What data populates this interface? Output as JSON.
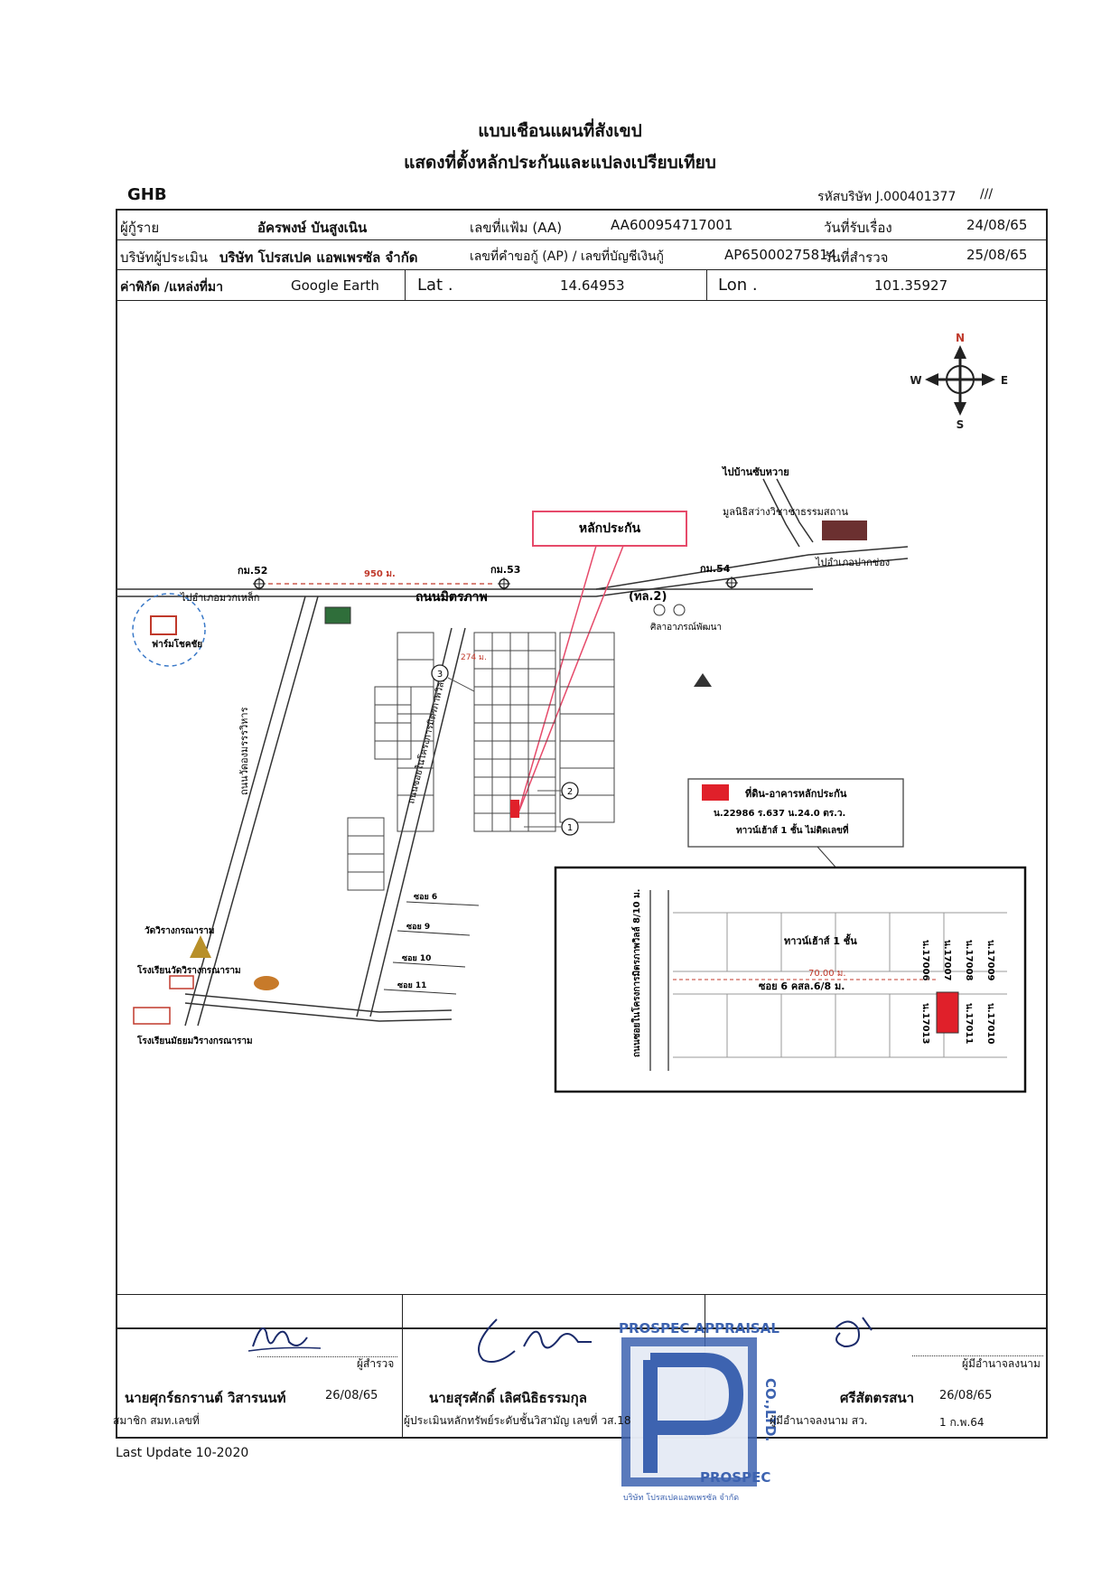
{
  "header": {
    "title_line1": "แบบเชือนแผนที่สังเขป",
    "title_line2": "แสดงที่ตั้งหลักประกันและแปลงเปรียบเทียบ",
    "bank": "GHB",
    "company_code": "รหัสบริษัท J.000401377",
    "page_mark": "///"
  },
  "info": {
    "borrower_label": "ผู้กู้ราย",
    "borrower_name": "อัครพงษ์ บันสูงเนิน",
    "file_no_label": "เลขที่แฟ้ม (AA)",
    "file_no": "AA600954717001",
    "received_label": "วันที่รับเรื่อง",
    "received_date": "24/08/65",
    "company_label": "บริษัทผู้ประเมิน",
    "company_name": "บริษัท โปรสเปค แอพเพรซัล จำกัด",
    "request_no_label": "เลขที่คำขอกู้ (AP) / เลขที่บัญชีเงินกู้",
    "request_no": "AP65000275814",
    "survey_label": "วันที่สำรวจ",
    "survey_date": "25/08/65",
    "coord_label": "ค่าพิกัด /แหล่งที่มา",
    "coord_source": "Google Earth",
    "lat_label": "Lat .",
    "lat": "14.64953",
    "lon_label": "Lon .",
    "lon": "101.35927"
  },
  "map": {
    "compass": {
      "n": "N",
      "s": "S",
      "e": "E",
      "w": "W"
    },
    "callout_collateral": "หลักประกัน",
    "to_village": "ไปบ้านซับหวาย",
    "foundation": "มูลนิธิสว่างวิชาชาธรรมสถาน",
    "to_pakchong": "ไปอำเภอปากช่อง",
    "to_muaklek": "ไปอำเภอมวกเหล็ก",
    "km52": "กม.52",
    "km53": "กม.53",
    "km54": "กม.54",
    "dist_950": "950 ม.",
    "road_mittraphap": "ถนนมิตรภาพ",
    "hwy2": "(ทล.2)",
    "farm": "ฟาร์มโชคชัย",
    "road_thawat": "ถนนวัดองมรรรวิหาร",
    "village_road": "ถนนซอยในโครงการมิตรภาพวิลล์",
    "dist_274": "274 ม.",
    "store": "ศิลาอาภรณ์พัฒนา",
    "temple": "วัดวิรางกรณาราม",
    "school": "โรงเรียนวัดวิรางกรณาราม",
    "secondary_school": "โรงเรียนมัธยมวิรางกรณาราม",
    "soi_labels": [
      "ซอย 6",
      "ซอย 9",
      "ซอย 10",
      "ซอย 11"
    ],
    "circle_1": "1",
    "circle_2": "2",
    "circle_3": "3",
    "legend_title": "ที่ดิน-อาคารหลักประกัน",
    "legend_deed": "น.22986 ร.637 น.24.0 ตร.ว.",
    "legend_building": "ทาวน์เฮ้าส์ 1 ชั้น ไม่ติดเลขที่",
    "inset_townhouse": "ทาวน์เฮ้าส์ 1 ชั้น",
    "inset_dist": "70.00 ม.",
    "inset_soi": "ซอย 6 คสล.6/8 ม.",
    "inset_road": "ถนนซอยในโครงการมิตรภาพวิลล์ 8/10 ม.",
    "inset_lots": [
      "น.17006",
      "น.17007",
      "น.17008",
      "น.17009",
      "น.17013",
      "น.17011",
      "น.17010"
    ]
  },
  "signatures": {
    "surveyor_role": "ผู้สำรวจ",
    "surveyor_name": "นายศุกร์ธกรานต์ วิสารนนท์",
    "surveyor_date": "26/08/65",
    "surveyor_note": "สมาชิก สมท.เลขที่",
    "appraiser_name": "นายสุรศักดิ์ เลิศนิธิธรรมกุล",
    "appraiser_note": "ผู้ประเมินหลักทรัพย์ระดับชั้นวิสามัญ เลขที่ วส.18",
    "signer_role": "ผู้มีอำนาจลงนาม",
    "signer_name": "ศรีสัตตรสนา",
    "signer_date": "26/08/65",
    "signer_note": "ผู้มีอำนาจลงนาม สว.",
    "signer_date2": "1 ก.พ.64",
    "stamp_top": "PROSPEC APPRAISAL",
    "stamp_right": "CO.,LTD.",
    "stamp_bottom": "PROSPEC",
    "stamp_company": "บริษัท โปรสเปคแอพเพรซัล จำกัด"
  },
  "footer": {
    "last_update": "Last Update 10-2020"
  },
  "colors": {
    "collateral": "#e0202a",
    "callout_border": "#e64a6a",
    "stamp": "#3d63b0",
    "ink": "#111111"
  }
}
